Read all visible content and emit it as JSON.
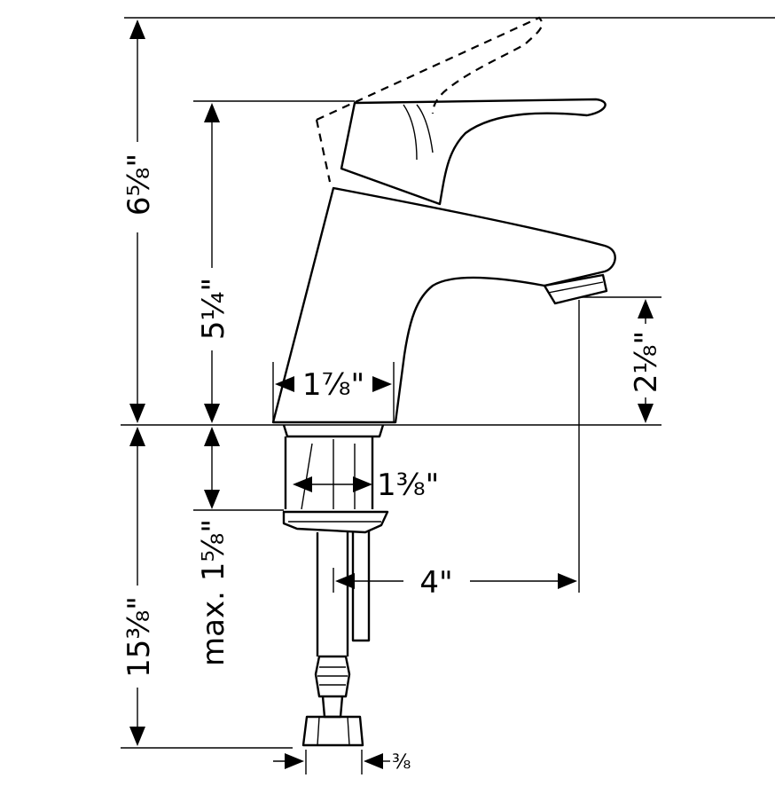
{
  "dimensions": {
    "total_height": "6⅝\"",
    "body_height": "5¼\"",
    "spout_height": "2⅛\"",
    "base_width": "1⅞\"",
    "shank_width": "1⅜\"",
    "reach": "4\"",
    "max_deck": "max. 1⅝\"",
    "hose_length": "15⅜\"",
    "connection": "⅜"
  }
}
